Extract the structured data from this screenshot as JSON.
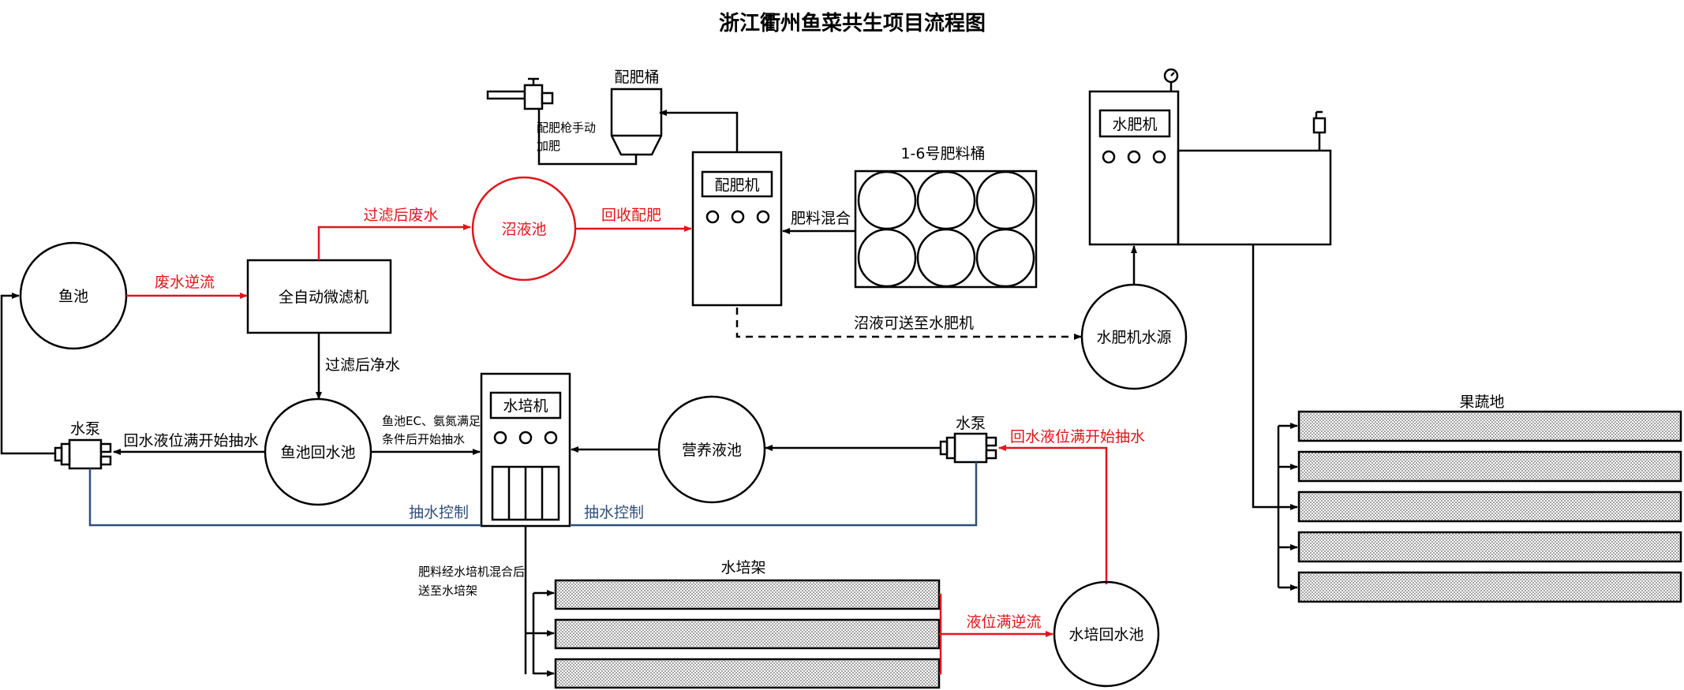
{
  "title": "浙江衢州鱼菜共生项目流程图",
  "nodes": {
    "fish_pond": "鱼池",
    "filter": "全自动微滤机",
    "biogas_pool": "沼液池",
    "mixer": "配肥机",
    "mix_bucket": "配肥桶",
    "mix_gun_note_1": "配肥枪手动",
    "mix_gun_note_2": "加肥",
    "fert_buckets": "1-6号肥料桶",
    "water_fert_machine": "水肥机",
    "water_fert_source": "水肥机水源",
    "fish_return_pool": "鱼池回水池",
    "pump_left": "水泵",
    "hydro_machine": "水培机",
    "nutrient_pool": "营养液池",
    "pump_right": "水泵",
    "hydro_rack": "水培架",
    "hydro_return_pool": "水培回水池",
    "orchard": "果蔬地"
  },
  "edges": {
    "wastewater_backflow": "废水逆流",
    "filtered_wastewater": "过滤后废水",
    "recovered_fert": "回收配肥",
    "fert_mix": "肥料混合",
    "biogas_to_fert": "沼液可送至水肥机",
    "filtered_clean": "过滤后净水",
    "return_full_left": "回水液位满开始抽水",
    "ec_condition_1": "鱼池EC、氨氮满足",
    "ec_condition_2": "条件后开始抽水",
    "pump_control_left": "抽水控制",
    "pump_control_right": "抽水控制",
    "return_full_right": "回水液位满开始抽水",
    "mixed_to_rack_1": "肥料经水培机混合后",
    "mixed_to_rack_2": "送至水培架",
    "overflow": "液位满逆流"
  },
  "colors": {
    "line": "#000000",
    "highlight": "#e0161b",
    "control": "#2f4f7a"
  }
}
